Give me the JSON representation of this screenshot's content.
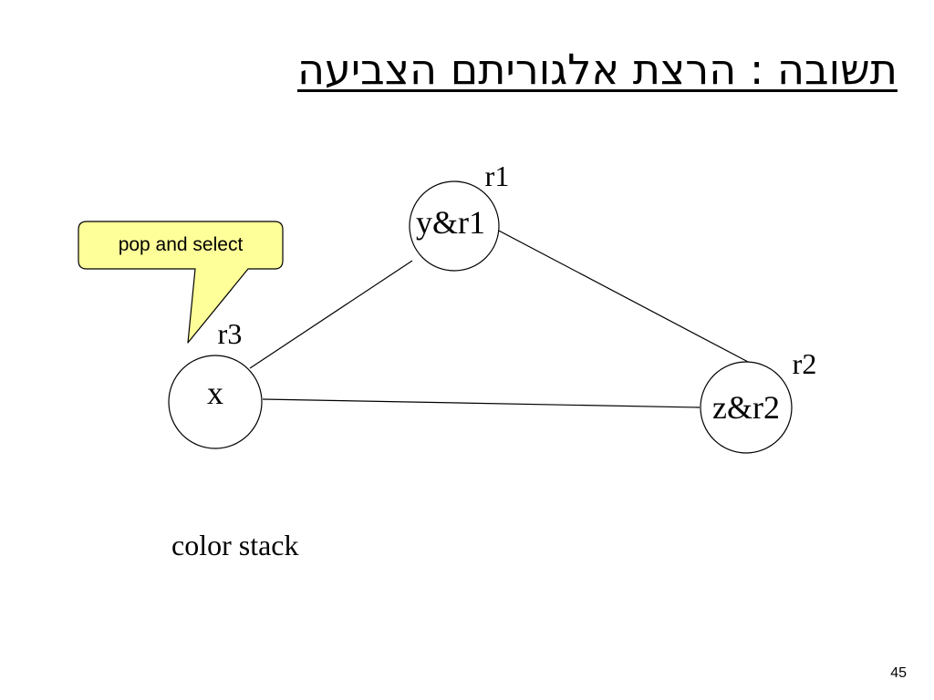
{
  "slide": {
    "title": "תשובה : הרצת אלגוריתם הצביעה",
    "page_number": "45",
    "stack_label": "color stack"
  },
  "callout": {
    "text": "pop and select",
    "fill_color": "#ffff99"
  },
  "graph": {
    "nodes": [
      {
        "id": "y",
        "label": "y&r1",
        "register": "r1"
      },
      {
        "id": "x",
        "label": "x",
        "register": "r3"
      },
      {
        "id": "z",
        "label": "z&r2",
        "register": "r2"
      }
    ],
    "edges": [
      {
        "from": "x",
        "to": "y"
      },
      {
        "from": "y",
        "to": "z"
      },
      {
        "from": "x",
        "to": "z"
      }
    ]
  }
}
